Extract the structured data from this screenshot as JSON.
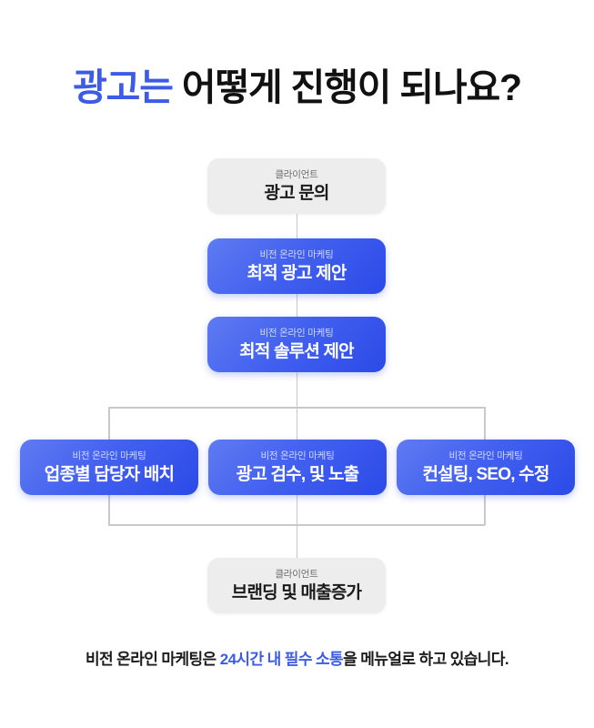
{
  "title": {
    "highlight": "광고는",
    "rest": "어떻게 진행이 되나요?"
  },
  "colors": {
    "accent_blue": "#3c5ce8",
    "node_blue_light": "#5f7bf2",
    "node_blue_dark": "#2b4ae8",
    "node_gray": "#ededed",
    "line_gray": "#c9c9c9",
    "text_dark": "#1b1b1b"
  },
  "flow": {
    "nodes": [
      {
        "id": "inquiry",
        "kicker": "클라이언트",
        "label": "광고 문의",
        "style": "gray"
      },
      {
        "id": "proposal",
        "kicker": "비전 온라인 마케팅",
        "label": "최적 광고 제안",
        "style": "blue"
      },
      {
        "id": "solution",
        "kicker": "비전 온라인 마케팅",
        "label": "최적 솔루션 제안",
        "style": "blue"
      },
      {
        "id": "manager",
        "kicker": "비전 온라인 마케팅",
        "label": "업종별 담당자 배치",
        "style": "blue"
      },
      {
        "id": "review",
        "kicker": "비전 온라인 마케팅",
        "label": "광고 검수, 및 노출",
        "style": "blue"
      },
      {
        "id": "consult",
        "kicker": "비전 온라인 마케팅",
        "label": "컨설팅, SEO, 수정",
        "style": "blue"
      },
      {
        "id": "branding",
        "kicker": "클라이언트",
        "label": "브랜딩 및 매출증가",
        "style": "gray"
      }
    ]
  },
  "footer": {
    "before": "비전 온라인 마케팅은 ",
    "highlight": "24시간 내 필수 소통",
    "after": "을 메뉴얼로 하고 있습니다."
  }
}
